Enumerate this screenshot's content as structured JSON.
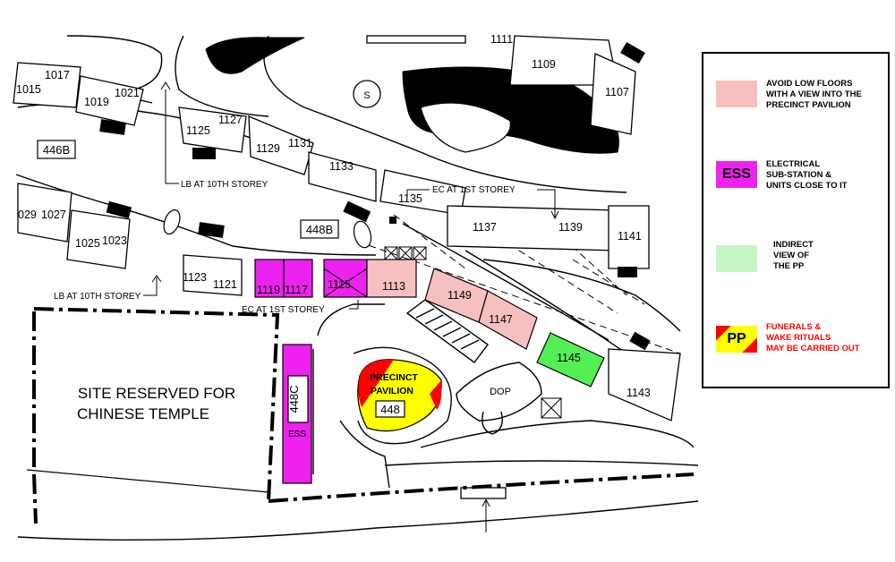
{
  "legend": {
    "items": [
      {
        "key": "avoid",
        "color": "#f7c0c0",
        "text": "AVOID LOW FLOORS\nWITH A VIEW INTO THE\nPRECINCT PAVILION",
        "text_color": "#000000"
      },
      {
        "key": "ess",
        "color": "#ee22ee",
        "swatch_label": "ESS",
        "text": "ELECTRICAL\nSUB-STATION &\nUNITS CLOSE TO IT",
        "text_color": "#000000"
      },
      {
        "key": "indirect",
        "color": "#c4f5c4",
        "text": "INDIRECT\nVIEW OF\nTHE PP",
        "text_color": "#000000"
      },
      {
        "key": "funeral",
        "color": "#ffff00",
        "stripe_color": "#ff0000",
        "swatch_label": "PP",
        "text": "FUNERALS &\nWAKE RITUALS\nMAY BE CARRIED OUT",
        "text_color": "#ff0000"
      }
    ]
  },
  "colors": {
    "pink": "#f7c0c0",
    "magenta": "#ee22ee",
    "green": "#55ee55",
    "yellow": "#ffff00",
    "red": "#ff0000"
  },
  "blocks": {
    "b1111": "1111",
    "b1109": "1109",
    "b1107": "1107",
    "b1017": "1017",
    "b1015": "1015",
    "b1019": "1019",
    "b1021": "1021",
    "b1125": "1125",
    "b1127": "1127",
    "b1129": "1129",
    "b1131": "1131",
    "b1133": "1133",
    "b1135": "1135",
    "b1137": "1137",
    "b1139": "1139",
    "b1141": "1141",
    "b029": "029",
    "b1027": "1027",
    "b1025": "1025",
    "b1023": "1023",
    "b1123": "1123",
    "b1121": "1121",
    "b1119": "1119",
    "b1117": "1117",
    "b1115": "1115",
    "b1113": "1113",
    "b1149": "1149",
    "b1147": "1147",
    "b1145": "1145",
    "b1143": "1143"
  },
  "labels": {
    "s": "S",
    "b446B": "446B",
    "b448B": "448B",
    "b448C": "448C",
    "b448": "448",
    "ess": "ESS",
    "dop": "DOP",
    "lb_top": "LB AT 10TH STOREY",
    "lb_bottom": "LB AT 10TH STOREY",
    "ec_top": "EC AT 1ST STOREY",
    "ec_bottom": "EC AT 1ST STOREY",
    "pavilion_l1": "PRECINCT",
    "pavilion_l2": "PAVILION",
    "temple_l1": "SITE RESERVED FOR",
    "temple_l2": "CHINESE TEMPLE"
  }
}
